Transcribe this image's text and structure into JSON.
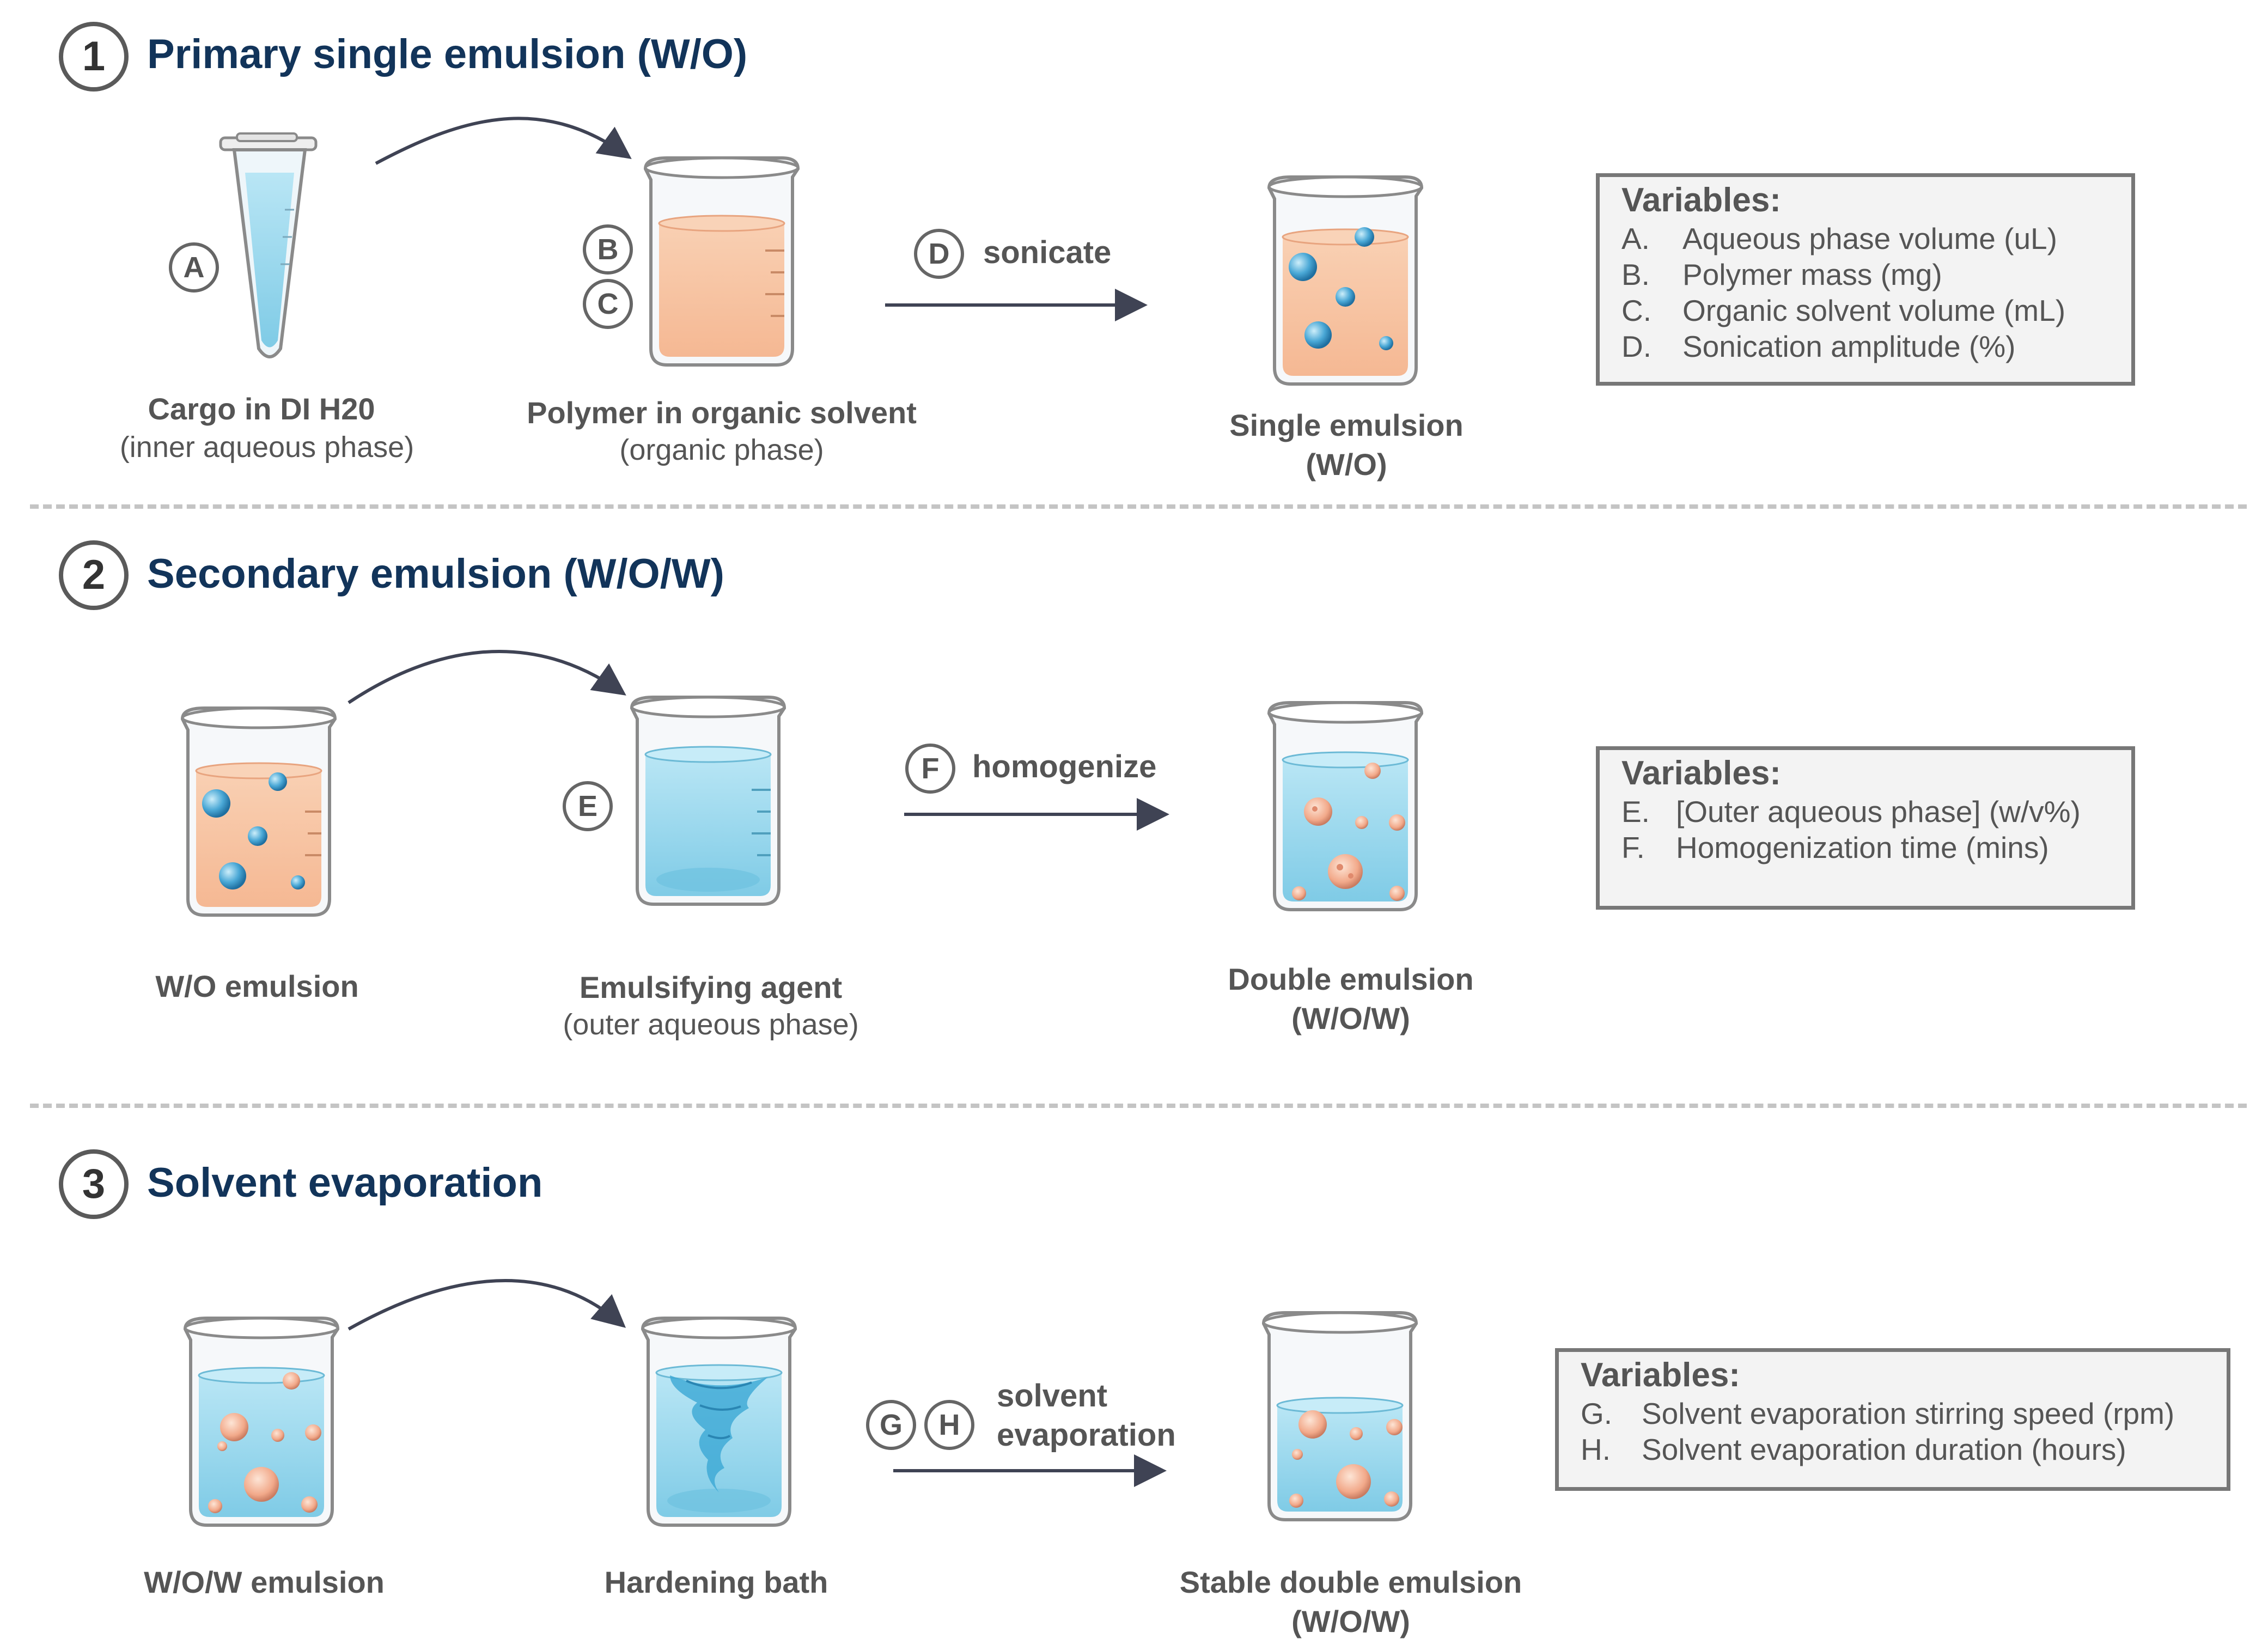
{
  "sections": [
    {
      "number": "1",
      "title": "Primary single emulsion (W/O)",
      "inputs": [
        {
          "name": "Cargo in DI H20",
          "sub": "(inner aqueous phase)",
          "letters": [
            "A"
          ]
        },
        {
          "name": "Polymer in organic solvent",
          "sub": "(organic phase)",
          "letters": [
            "B",
            "C"
          ]
        }
      ],
      "action": {
        "letters": [
          "D"
        ],
        "text": "sonicate"
      },
      "result": {
        "name": "Single emulsion",
        "sub": "(W/O)"
      },
      "variables": {
        "title": "Variables:",
        "items": [
          {
            "key": "A.",
            "text": "Aqueous phase volume (uL)"
          },
          {
            "key": "B.",
            "text": "Polymer mass (mg)"
          },
          {
            "key": "C.",
            "text": "Organic solvent  volume (mL)"
          },
          {
            "key": "D.",
            "text": "Sonication amplitude (%)"
          }
        ]
      }
    },
    {
      "number": "2",
      "title": "Secondary emulsion (W/O/W)",
      "inputs": [
        {
          "name": "W/O emulsion",
          "sub": "",
          "letters": []
        },
        {
          "name": "Emulsifying agent",
          "sub": "(outer aqueous phase)",
          "letters": [
            "E"
          ]
        }
      ],
      "action": {
        "letters": [
          "F"
        ],
        "text": "homogenize"
      },
      "result": {
        "name": "Double emulsion",
        "sub": "(W/O/W)"
      },
      "variables": {
        "title": "Variables:",
        "items": [
          {
            "key": "E.",
            "text": "[Outer aqueous phase] (w/v%)"
          },
          {
            "key": "F.",
            "text": "Homogenization time (mins)"
          }
        ]
      }
    },
    {
      "number": "3",
      "title": "Solvent evaporation",
      "inputs": [
        {
          "name": "W/O/W emulsion",
          "sub": "",
          "letters": []
        },
        {
          "name": "Hardening bath",
          "sub": "",
          "letters": []
        }
      ],
      "action": {
        "letters": [
          "G",
          "H"
        ],
        "text_line1": "solvent",
        "text_line2": "evaporation"
      },
      "result": {
        "name": "Stable double emulsion",
        "sub": "(W/O/W)"
      },
      "variables": {
        "title": "Variables:",
        "items": [
          {
            "key": "G.",
            "text": "Solvent evaporation stirring speed (rpm)"
          },
          {
            "key": "H.",
            "text": "Solvent evaporation duration (hours)"
          }
        ]
      }
    }
  ],
  "colors": {
    "title": "#12345a",
    "text": "#555555",
    "aqueous": "#a8dcef",
    "organic": "#f7c7a6",
    "droplet": "#3a96c8",
    "divider": "#c4c4c4",
    "arrow": "#3f4354"
  },
  "icons": [
    "microcentrifuge-tube-icon",
    "beaker-icon",
    "vortex-icon",
    "droplet-icon"
  ]
}
